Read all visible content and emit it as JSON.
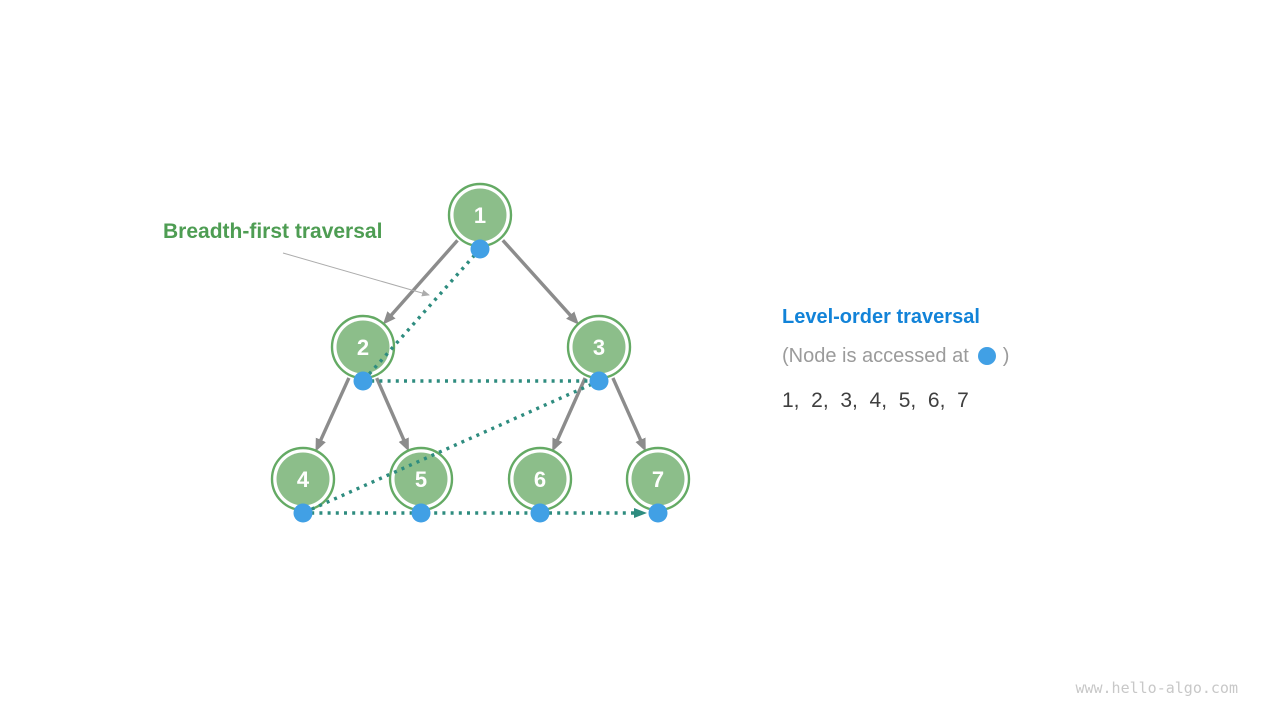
{
  "diagram": {
    "annotation": {
      "label": "Breadth-first traversal",
      "color": "#4E9D53"
    },
    "tree": {
      "nodes": [
        {
          "label": "1"
        },
        {
          "label": "2"
        },
        {
          "label": "3"
        },
        {
          "label": "4"
        },
        {
          "label": "5"
        },
        {
          "label": "6"
        },
        {
          "label": "7"
        }
      ],
      "edges": [
        [
          "1",
          "2"
        ],
        [
          "1",
          "3"
        ],
        [
          "2",
          "4"
        ],
        [
          "2",
          "5"
        ],
        [
          "3",
          "6"
        ],
        [
          "3",
          "7"
        ]
      ],
      "traversal_order": [
        "1",
        "2",
        "3",
        "4",
        "5",
        "6",
        "7"
      ],
      "colors": {
        "node_fill": "#8CBE8A",
        "node_ring": "#64AA64",
        "edge": "#8C8C8C",
        "visit_marker": "#41A0E5",
        "traversal_path": "#2E8C7F"
      }
    }
  },
  "panel": {
    "title": {
      "text": "Level-order traversal",
      "color": "#1283D8"
    },
    "note": {
      "prefix": "(Node is accessed at",
      "suffix": ")",
      "color": "#9B9B9B"
    },
    "sequence": {
      "text": "1,  2,  3,  4,  5,  6,  7",
      "color": "#3F3F3F"
    }
  },
  "footer": {
    "watermark": "www.hello-algo.com"
  }
}
